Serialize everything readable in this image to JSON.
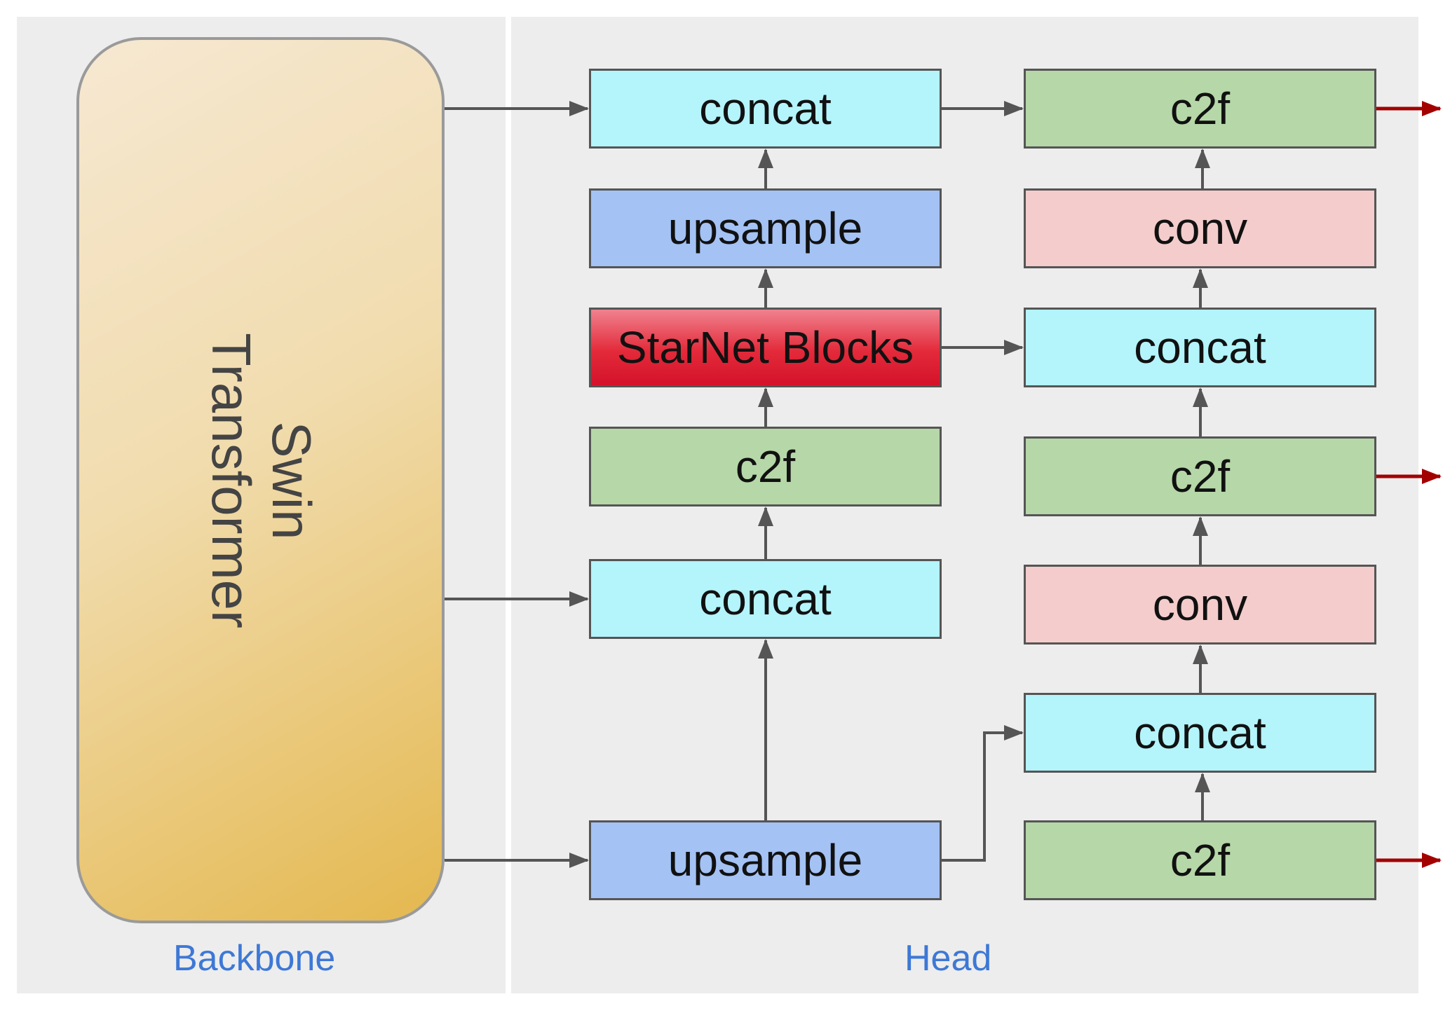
{
  "backbone": {
    "label": "Backbone",
    "swin_line1": "Swin",
    "swin_line2": "Transformer"
  },
  "head": {
    "label": "Head",
    "column1": [
      "concat",
      "upsample",
      "StarNet Blocks",
      "c2f",
      "concat",
      "upsample"
    ],
    "column2": [
      "c2f",
      "conv",
      "concat",
      "c2f",
      "conv",
      "concat",
      "c2f"
    ]
  },
  "colors": {
    "concat": "#b4f4fb",
    "upsample": "#a4c2f4",
    "c2f": "#b6d7a8",
    "conv": "#f4cccc",
    "starnet": "#e32a3a",
    "output_arrow": "#a30000",
    "section_label": "#3d78d6"
  }
}
